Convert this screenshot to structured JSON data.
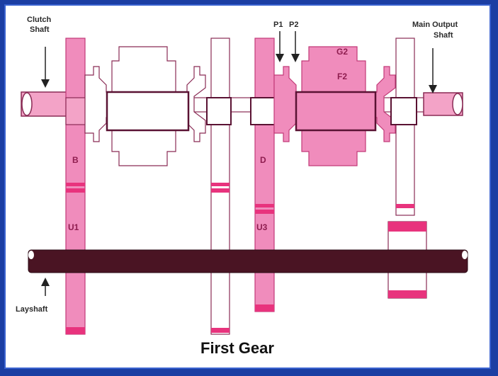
{
  "title": "First Gear",
  "labels": {
    "clutch_shaft_line1": "Clutch",
    "clutch_shaft_line2": "Shaft",
    "main_output_line1": "Main Output",
    "main_output_line2": "Shaft",
    "layshaft": "Layshaft",
    "p1": "P1",
    "p2": "P2",
    "g2": "G2",
    "f2": "F2",
    "b": "B",
    "d": "D",
    "u1": "U1",
    "u3": "U3"
  },
  "colors": {
    "pink_fill": "#f08cbc",
    "pink_stroke": "#c23a78",
    "accent_band": "#e8337d",
    "layshaft": "#4a1423",
    "frame_border": "#1b3ea3"
  }
}
